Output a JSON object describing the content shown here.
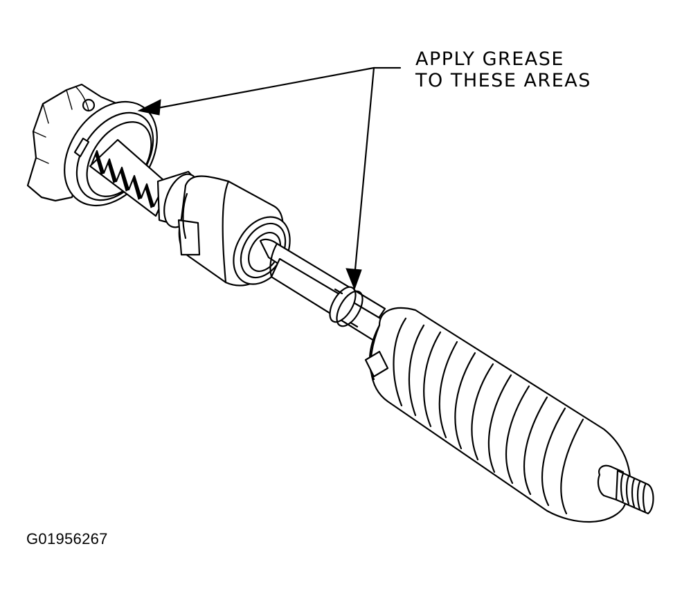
{
  "callout": {
    "line1": "APPLY GREASE",
    "line2": "TO THESE AREAS"
  },
  "figure_id": "G01956267"
}
